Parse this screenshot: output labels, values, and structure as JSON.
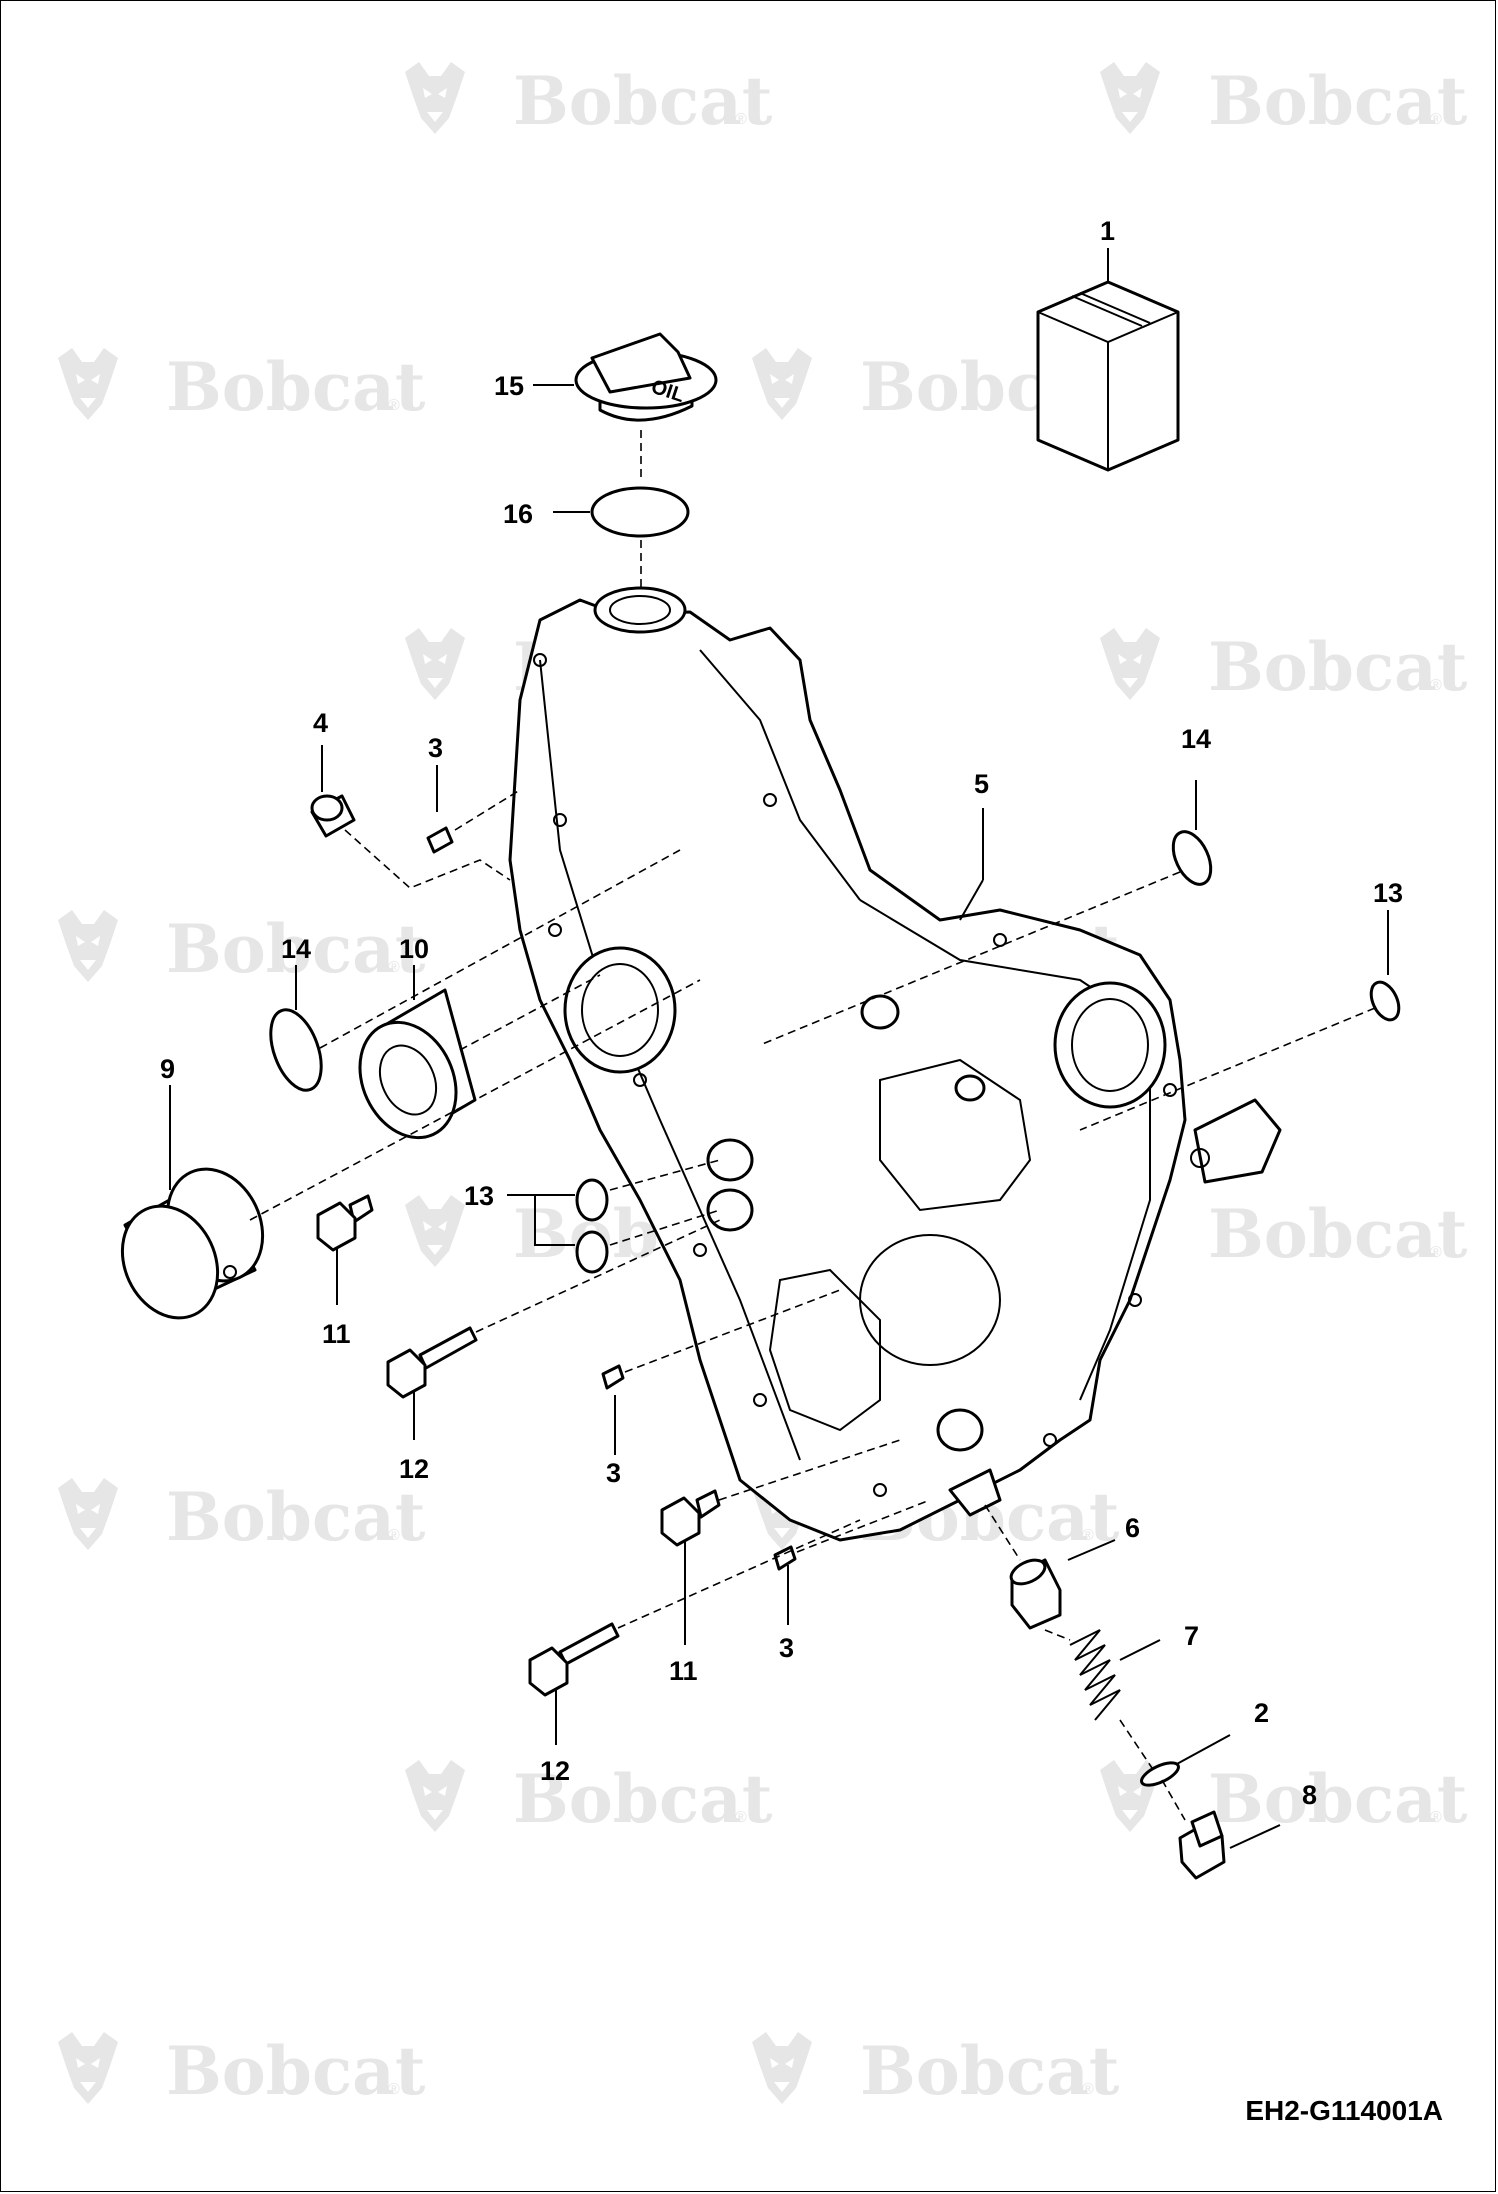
{
  "watermark": {
    "text": "Bobcat",
    "registered_mark": "®"
  },
  "drawing_reference": "EH2-G114001A",
  "callouts": {
    "c1": "1",
    "c2": "2",
    "c3a": "3",
    "c3b": "3",
    "c3c": "3",
    "c4": "4",
    "c5": "5",
    "c6": "6",
    "c7": "7",
    "c8": "8",
    "c9": "9",
    "c10": "10",
    "c11a": "11",
    "c11b": "11",
    "c12a": "12",
    "c12b": "12",
    "c13a": "13",
    "c13b": "13",
    "c14a": "14",
    "c14b": "14",
    "c15": "15",
    "c16": "16"
  },
  "cap_marking": "OIL"
}
